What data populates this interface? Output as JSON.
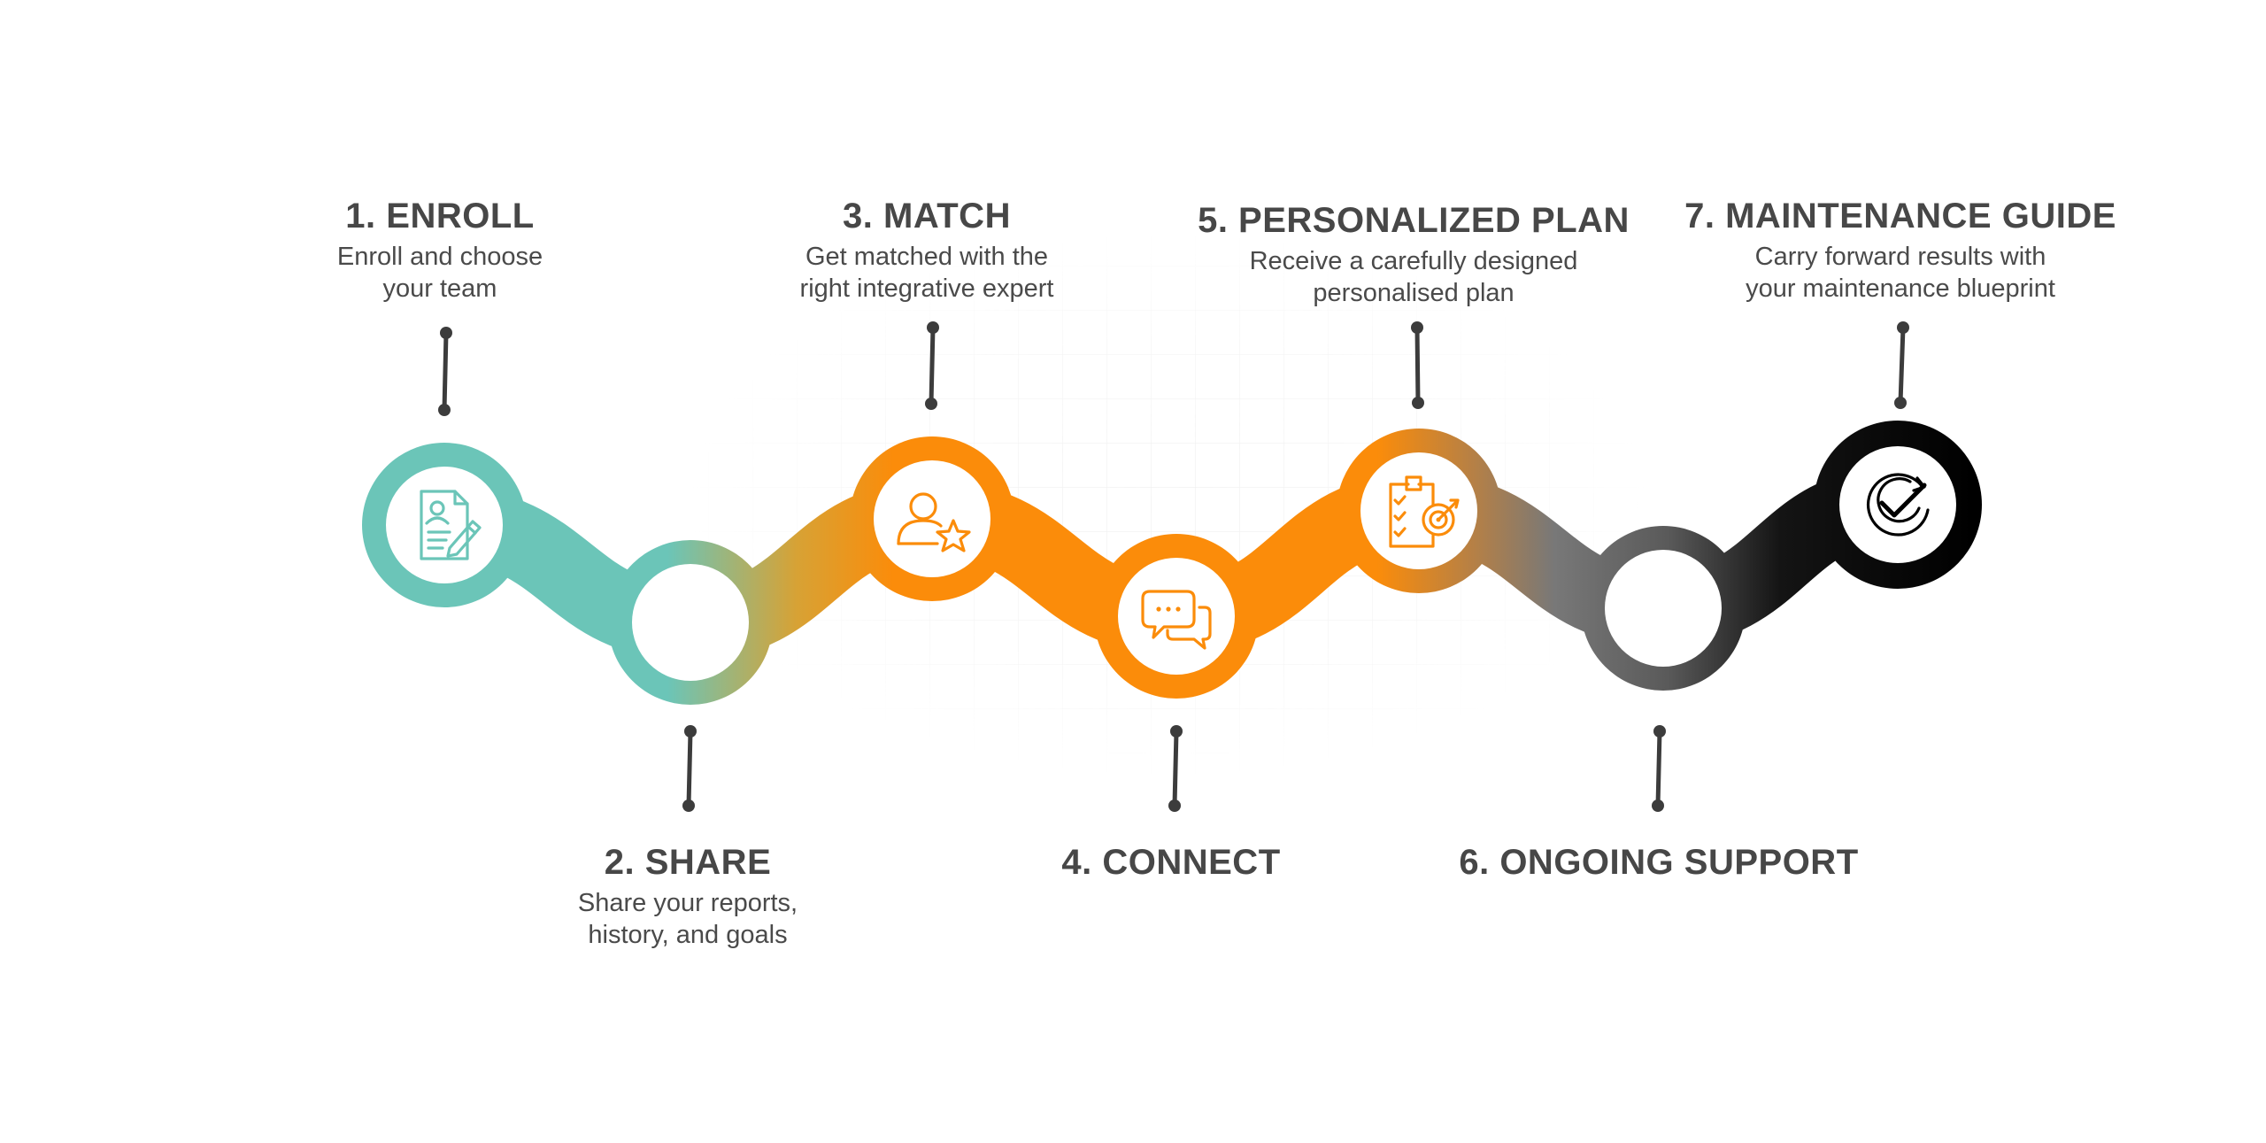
{
  "steps": [
    {
      "number": "1.",
      "title": "ENROLL",
      "heading": "1. ENROLL",
      "desc_lines": [
        "Enroll and choose",
        "your team"
      ],
      "icon": "document-edit-icon",
      "color": "#6bc5b8"
    },
    {
      "number": "2.",
      "title": "SHARE",
      "heading": "2. SHARE",
      "desc_lines": [
        "Share your reports,",
        "history, and goals"
      ],
      "icon": "",
      "color": "#6bc5b8"
    },
    {
      "number": "3.",
      "title": "MATCH",
      "heading": "3. MATCH",
      "desc_lines": [
        "Get matched with the",
        "right integrative expert"
      ],
      "icon": "user-star-icon",
      "color": "#fb8c0a"
    },
    {
      "number": "4.",
      "title": "CONNECT",
      "heading": "4. CONNECT",
      "desc_lines": [],
      "icon": "chat-bubbles-icon",
      "color": "#fb8c0a"
    },
    {
      "number": "5.",
      "title": "PERSONALIZED PLAN",
      "heading": "5. PERSONALIZED PLAN",
      "desc_lines": [
        "Receive a carefully designed",
        "personalised plan"
      ],
      "icon": "clipboard-target-icon",
      "color": "#fb8c0a"
    },
    {
      "number": "6.",
      "title": "ONGOING SUPPORT",
      "heading": "6. ONGOING SUPPORT",
      "desc_lines": [],
      "icon": "",
      "color": "#707070"
    },
    {
      "number": "7.",
      "title": "MAINTENANCE GUIDE",
      "heading": "7. MAINTENANCE GUIDE",
      "desc_lines": [
        "Carry forward results with",
        "your maintenance blueprint"
      ],
      "icon": "cycle-check-icon",
      "color": "#000000"
    }
  ],
  "colors": {
    "teal": "#6bc5b8",
    "orange": "#fb8c0a",
    "gray": "#707070",
    "black": "#000000",
    "connector": "#3c3c3c",
    "text": "#474747"
  }
}
